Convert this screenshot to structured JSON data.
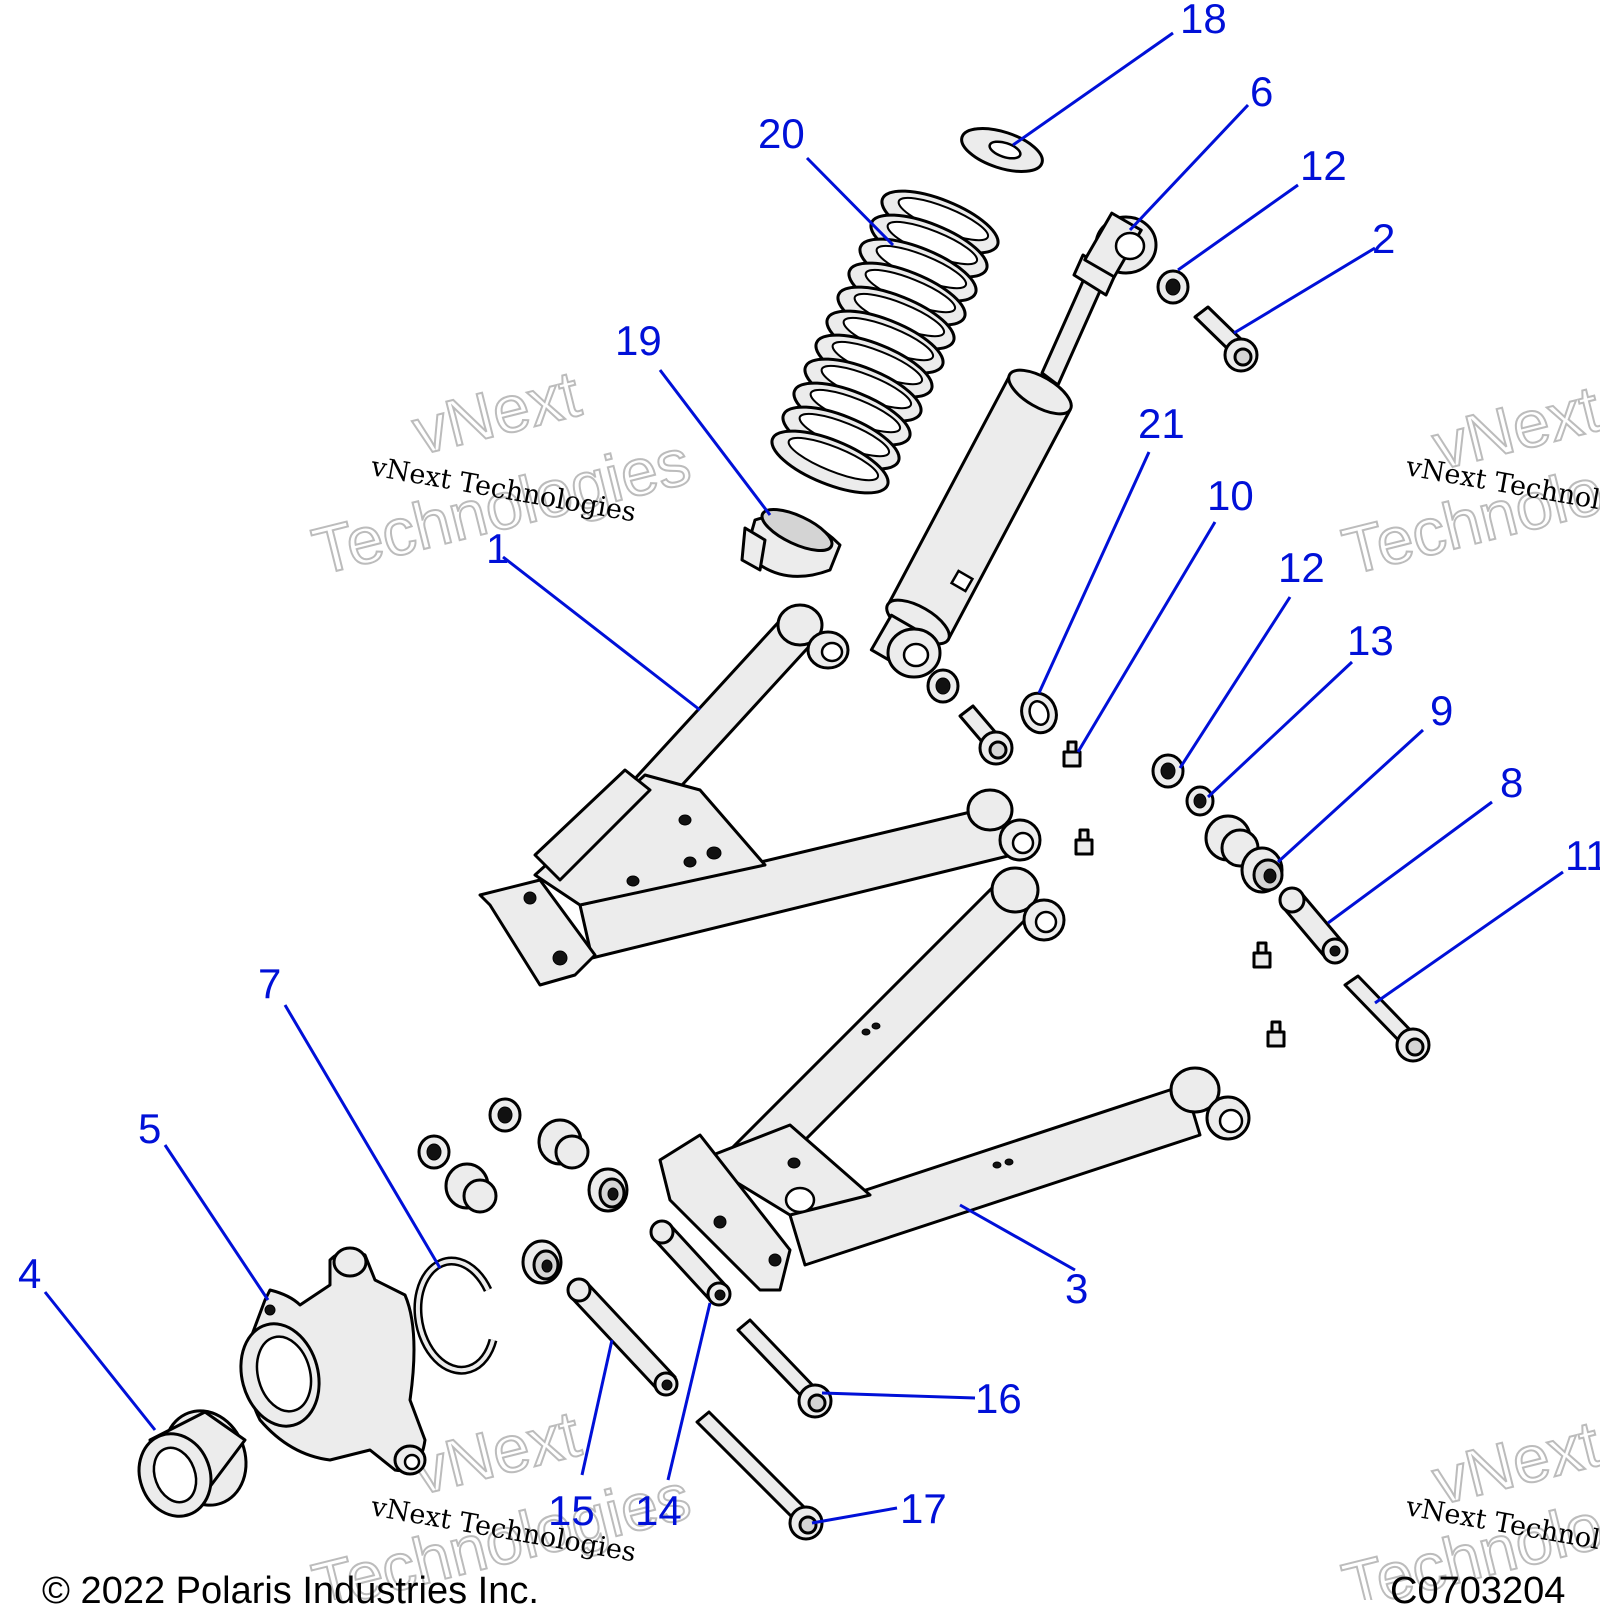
{
  "callouts": [
    {
      "id": "c1",
      "label": "1"
    },
    {
      "id": "c2",
      "label": "2"
    },
    {
      "id": "c3",
      "label": "3"
    },
    {
      "id": "c4",
      "label": "4"
    },
    {
      "id": "c5",
      "label": "5"
    },
    {
      "id": "c6",
      "label": "6"
    },
    {
      "id": "c7",
      "label": "7"
    },
    {
      "id": "c8",
      "label": "8"
    },
    {
      "id": "c9",
      "label": "9"
    },
    {
      "id": "c10",
      "label": "10"
    },
    {
      "id": "c11",
      "label": "11"
    },
    {
      "id": "c12a",
      "label": "12"
    },
    {
      "id": "c12b",
      "label": "12"
    },
    {
      "id": "c13",
      "label": "13"
    },
    {
      "id": "c14",
      "label": "14"
    },
    {
      "id": "c15",
      "label": "15"
    },
    {
      "id": "c16",
      "label": "16"
    },
    {
      "id": "c17",
      "label": "17"
    },
    {
      "id": "c18",
      "label": "18"
    },
    {
      "id": "c19",
      "label": "19"
    },
    {
      "id": "c20",
      "label": "20"
    },
    {
      "id": "c21",
      "label": "21"
    }
  ],
  "watermark": {
    "small_text": "vNext Technologies",
    "large_line1": "vNext",
    "large_line2": "Technologies"
  },
  "footer": {
    "copyright": "© 2022 Polaris Industries Inc.",
    "drawing_code": "C0703204"
  },
  "colors": {
    "callout": "#0010d8",
    "part_fill": "#ececec",
    "outline": "#000000"
  }
}
